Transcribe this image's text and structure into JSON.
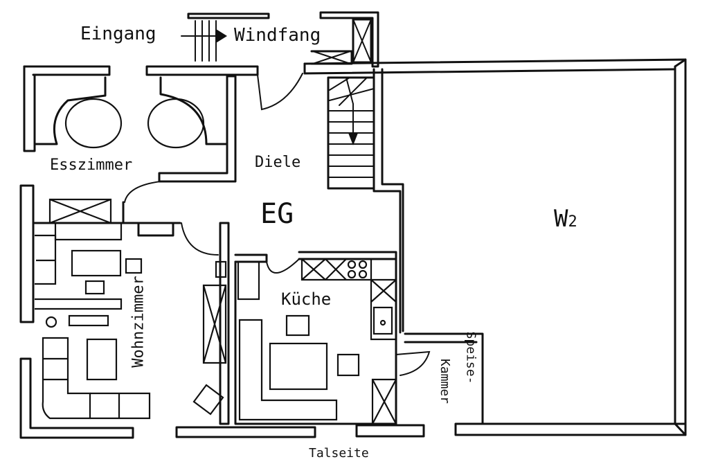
{
  "labels": {
    "entrance": "Eingang",
    "vestibule": "Windfang",
    "dining": "Esszimmer",
    "hall": "Diele",
    "floor": "EG",
    "unit": "W",
    "unit_sub": "2",
    "living": "Wohnzimmer",
    "kitchen": "Küche",
    "pantry_1": "Speise-",
    "pantry_2": "Kammer",
    "valley_side": "Talseite"
  }
}
